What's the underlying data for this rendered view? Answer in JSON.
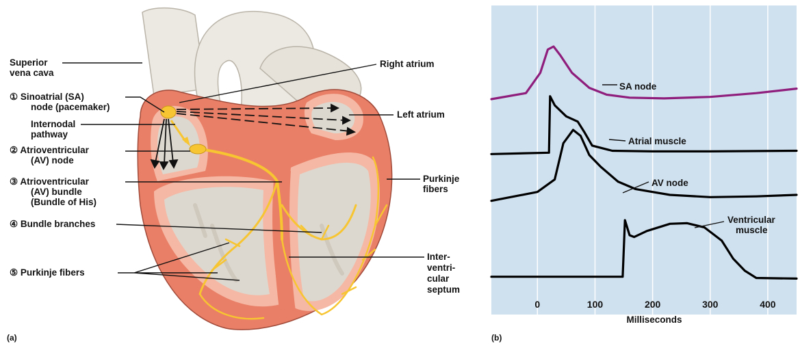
{
  "panel_a": {
    "panel_label": "(a)",
    "labels": {
      "superior_vena_cava": [
        "Superior",
        "vena cava"
      ],
      "right_atrium": [
        "Right atrium"
      ],
      "sa_node": [
        "① Sinoatrial (SA)",
        "node (pacemaker)"
      ],
      "left_atrium": [
        "Left atrium"
      ],
      "internodal_pathway": [
        "Internodal",
        "pathway"
      ],
      "av_node": [
        "② Atrioventricular",
        "(AV) node"
      ],
      "av_bundle": [
        "③ Atrioventricular",
        "(AV) bundle",
        "(Bundle of His)"
      ],
      "purkinje_right": [
        "Purkinje",
        "fibers"
      ],
      "bundle_branches": [
        "④ Bundle branches"
      ],
      "purkinje_fibers": [
        "⑤ Purkinje fibers"
      ],
      "interventricular_septum": [
        "Inter-",
        "ventri-",
        "cular",
        "septum"
      ]
    },
    "colors": {
      "myocardium": "#e97f66",
      "inner_wall": "#f5b8a4",
      "conduction": "#f7c531",
      "chamber": "#ddd8cf",
      "vessel": "#ece9e2"
    }
  },
  "panel_b": {
    "panel_label": "(b)",
    "colors": {
      "background": "#cfe0ee",
      "sa_trace": "#8e1d7c",
      "trace": "#000000",
      "grid": "#ffffff"
    },
    "chart_data": {
      "type": "line",
      "xlabel": "Milliseconds",
      "x_ticks": [
        0,
        100,
        200,
        300,
        400
      ],
      "xlim": [
        -80,
        450
      ],
      "series": [
        {
          "name": "SA node",
          "points": [
            [
              -80,
              0.3
            ],
            [
              -20,
              0.38
            ],
            [
              5,
              0.65
            ],
            [
              18,
              0.96
            ],
            [
              28,
              1.0
            ],
            [
              40,
              0.88
            ],
            [
              60,
              0.65
            ],
            [
              90,
              0.45
            ],
            [
              120,
              0.36
            ],
            [
              160,
              0.32
            ],
            [
              220,
              0.31
            ],
            [
              300,
              0.33
            ],
            [
              380,
              0.38
            ],
            [
              450,
              0.44
            ]
          ]
        },
        {
          "name": "Atrial muscle",
          "points": [
            [
              -80,
              0.05
            ],
            [
              20,
              0.07
            ],
            [
              22,
              0.94
            ],
            [
              30,
              0.8
            ],
            [
              50,
              0.63
            ],
            [
              70,
              0.55
            ],
            [
              82,
              0.38
            ],
            [
              95,
              0.18
            ],
            [
              130,
              0.1
            ],
            [
              200,
              0.09
            ],
            [
              300,
              0.09
            ],
            [
              450,
              0.1
            ]
          ]
        },
        {
          "name": "AV node",
          "points": [
            [
              -80,
              0.04
            ],
            [
              0,
              0.16
            ],
            [
              30,
              0.33
            ],
            [
              45,
              0.82
            ],
            [
              62,
              1.0
            ],
            [
              75,
              0.92
            ],
            [
              90,
              0.66
            ],
            [
              110,
              0.5
            ],
            [
              140,
              0.3
            ],
            [
              170,
              0.2
            ],
            [
              230,
              0.12
            ],
            [
              300,
              0.09
            ],
            [
              380,
              0.1
            ],
            [
              450,
              0.12
            ]
          ]
        },
        {
          "name": "Ventricular muscle",
          "points": [
            [
              -80,
              0.06
            ],
            [
              148,
              0.06
            ],
            [
              152,
              1.0
            ],
            [
              160,
              0.75
            ],
            [
              168,
              0.72
            ],
            [
              190,
              0.82
            ],
            [
              230,
              0.94
            ],
            [
              260,
              0.95
            ],
            [
              290,
              0.88
            ],
            [
              320,
              0.66
            ],
            [
              340,
              0.36
            ],
            [
              360,
              0.16
            ],
            [
              380,
              0.04
            ],
            [
              450,
              0.03
            ]
          ]
        }
      ]
    }
  }
}
